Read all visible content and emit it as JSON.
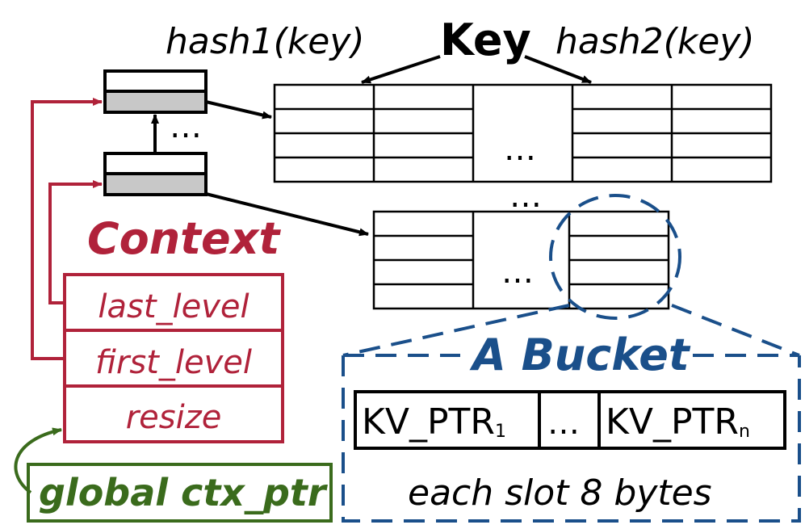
{
  "labels": {
    "key": "Key",
    "hash1": "hash1(key)",
    "hash2": "hash2(key)",
    "context_title": "Context",
    "bucket_title": "A Bucket",
    "slot_note": "each slot 8 bytes",
    "global_ptr": "global ctx_ptr",
    "ellipsis": "…"
  },
  "context_fields": [
    "last_level",
    "first_level",
    "resize"
  ],
  "bucket_slots": {
    "first": "KV_PTR",
    "first_sub": "1",
    "last": "KV_PTR",
    "last_sub": "n"
  },
  "colors": {
    "context": "#b0223a",
    "bucket": "#1a4f8a",
    "global": "#3a6b1c",
    "ink": "#000000",
    "shade": "#c8c8c8"
  }
}
